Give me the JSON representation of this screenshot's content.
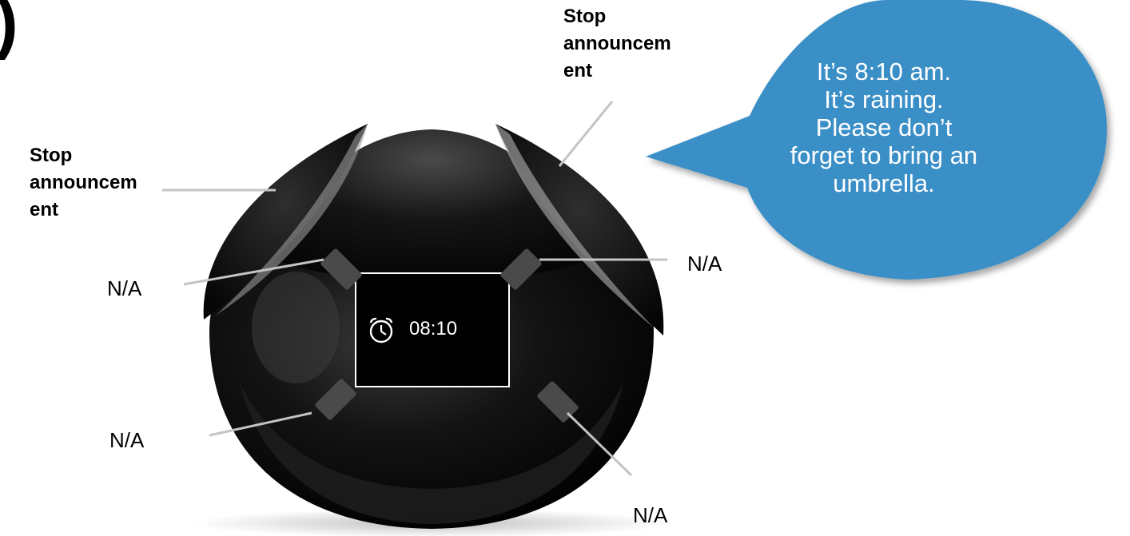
{
  "corner_mark": ")",
  "labels": {
    "stop_top_right": [
      "Stop",
      "announcem",
      "ent"
    ],
    "stop_left": [
      "Stop",
      "announcem",
      "ent"
    ],
    "na_upper_left": "N/A",
    "na_upper_right": "N/A",
    "na_lower_left": "N/A",
    "na_lower_right": "N/A"
  },
  "display": {
    "icon": "alarm-clock-icon",
    "time": "08:10"
  },
  "speech_bubble": {
    "lines": [
      "It’s 8:10 am.",
      "It’s raining.",
      "Please don’t",
      "forget to bring an",
      "umbrella."
    ],
    "color": "#3a8fc7"
  },
  "device": {
    "body_color": "#0d0d0d",
    "button_color": "#4a4a4a",
    "leader_color": "#c4c4c4"
  }
}
